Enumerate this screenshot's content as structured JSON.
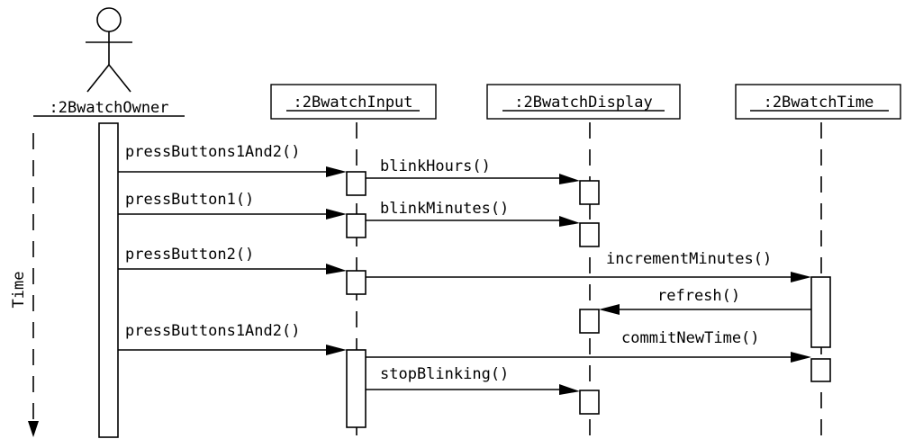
{
  "actor": {
    "label": ":2BwatchOwner",
    "icon": "stick-figure-icon"
  },
  "objects": [
    {
      "label": ":2BwatchInput"
    },
    {
      "label": ":2BwatchDisplay"
    },
    {
      "label": ":2BwatchTime"
    }
  ],
  "time_axis": {
    "label": "Time"
  },
  "messages": [
    {
      "label": "pressButtons1And2()",
      "from": ":2BwatchOwner",
      "to": ":2BwatchInput"
    },
    {
      "label": "blinkHours()",
      "from": ":2BwatchInput",
      "to": ":2BwatchDisplay"
    },
    {
      "label": "pressButton1()",
      "from": ":2BwatchOwner",
      "to": ":2BwatchInput"
    },
    {
      "label": "blinkMinutes()",
      "from": ":2BwatchInput",
      "to": ":2BwatchDisplay"
    },
    {
      "label": "pressButton2()",
      "from": ":2BwatchOwner",
      "to": ":2BwatchInput"
    },
    {
      "label": "incrementMinutes()",
      "from": ":2BwatchInput",
      "to": ":2BwatchTime"
    },
    {
      "label": "refresh()",
      "from": ":2BwatchTime",
      "to": ":2BwatchDisplay"
    },
    {
      "label": "pressButtons1And2()",
      "from": ":2BwatchOwner",
      "to": ":2BwatchInput"
    },
    {
      "label": "commitNewTime()",
      "from": ":2BwatchInput",
      "to": ":2BwatchTime"
    },
    {
      "label": "stopBlinking()",
      "from": ":2BwatchInput",
      "to": ":2BwatchDisplay"
    }
  ]
}
